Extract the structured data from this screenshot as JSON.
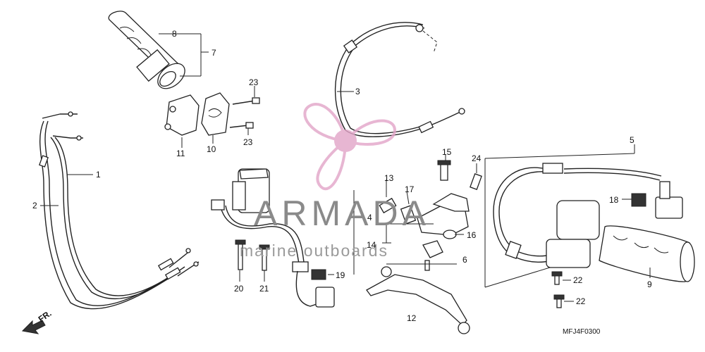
{
  "callouts": [
    "1",
    "2",
    "3",
    "4",
    "5",
    "6",
    "7",
    "8",
    "9",
    "10",
    "11",
    "12",
    "13",
    "14",
    "15",
    "16",
    "17",
    "18",
    "19",
    "20",
    "21",
    "22",
    "22",
    "23",
    "23",
    "24"
  ],
  "diagram_code": "MFJ4F0300",
  "direction_label": "FR.",
  "watermark": {
    "title": "ARMADA",
    "subtitle": "marine outboards",
    "color": "#e2a4c8",
    "text_color": "#8a8a8a"
  },
  "colors": {
    "line": "#222222",
    "background": "#ffffff"
  }
}
